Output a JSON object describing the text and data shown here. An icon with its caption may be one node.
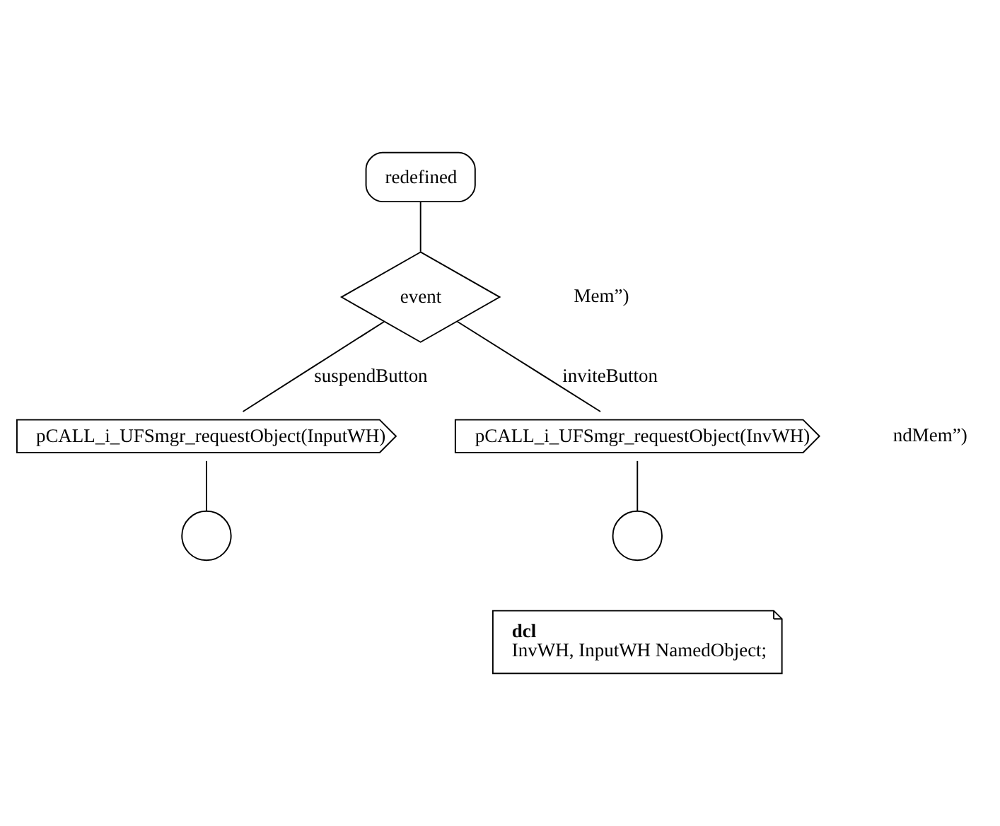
{
  "diagram": {
    "nodes": [
      {
        "text": [
          "redefined"
        ]
      },
      {
        "text": [
          "event"
        ]
      },
      {
        "text": [
          "pCALL_i_UFSmgr_requestObject(InputWH)"
        ]
      },
      {
        "text": [],
        "shape": "circle"
      },
      {
        "text": [
          "pCALL_i_UFSmgr_requestObject(InvWH)"
        ]
      },
      {
        "text": [],
        "shape": "circle"
      },
      {
        "text": [
          "dcl",
          "InvWH, InputWH NamedObject;"
        ]
      }
    ],
    "edges": [
      {
        "from": 0,
        "to": 1,
        "arrow": "none"
      },
      {
        "from": 1,
        "to": 2,
        "arrow": "none",
        "label": "suspendButton"
      },
      {
        "from": 2,
        "to": 3,
        "arrow": "none"
      },
      {
        "from": 1,
        "to": 4,
        "arrow": "none",
        "label": "inviteButton"
      },
      {
        "from": 4,
        "to": 5,
        "arrow": "none"
      }
    ],
    "labels": [
      "Mem”)",
      "ndMem”)"
    ]
  }
}
